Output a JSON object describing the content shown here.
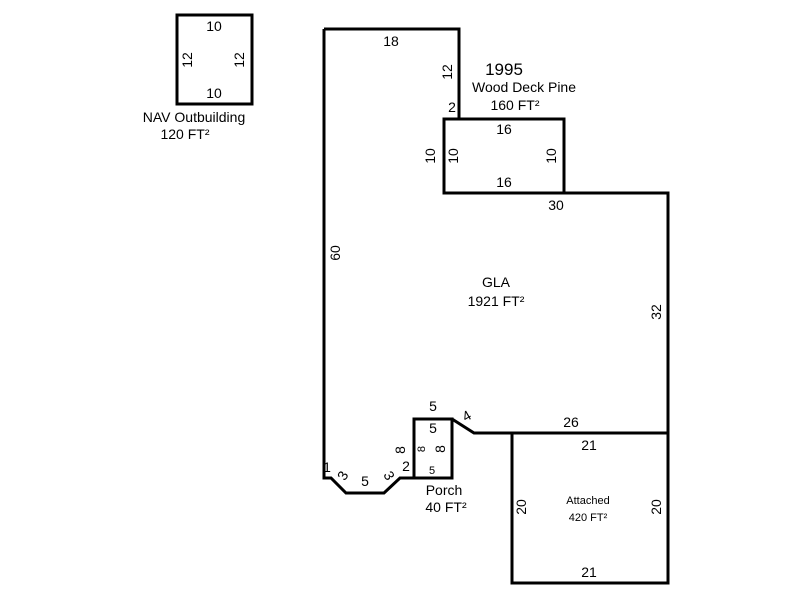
{
  "outbuilding": {
    "label": "NAV Outbuilding",
    "area": "120 FT²",
    "dims": {
      "top": "10",
      "bottom": "10",
      "left_outer": "12",
      "left_inner": "12"
    }
  },
  "deck": {
    "year": "1995",
    "label": "Wood Deck Pine",
    "area": "160 FT²",
    "dims": {
      "top": "16",
      "bottom": "16",
      "left_outer": "10",
      "left_inner": "10",
      "right": "10"
    }
  },
  "gla": {
    "label": "GLA",
    "area": "1921 FT²",
    "dims": {
      "top": "18",
      "upper_right": "12",
      "step": "2",
      "mid": "30",
      "left": "60",
      "right": "32",
      "bottom": "26",
      "diag": "4",
      "porch_top": "5",
      "porch_left": "8",
      "step_small": "2",
      "corner": "1",
      "bevel1": "3",
      "base": "5",
      "bevel2": "3"
    }
  },
  "porch": {
    "label": "Porch",
    "area": "40 FT²",
    "dims": {
      "top": "5",
      "left": "8",
      "right": "8",
      "bottom": "5"
    }
  },
  "garage": {
    "label": "Attached",
    "area": "420 FT²",
    "dims": {
      "top": "21",
      "bottom": "21",
      "left": "20",
      "right": "20"
    }
  }
}
